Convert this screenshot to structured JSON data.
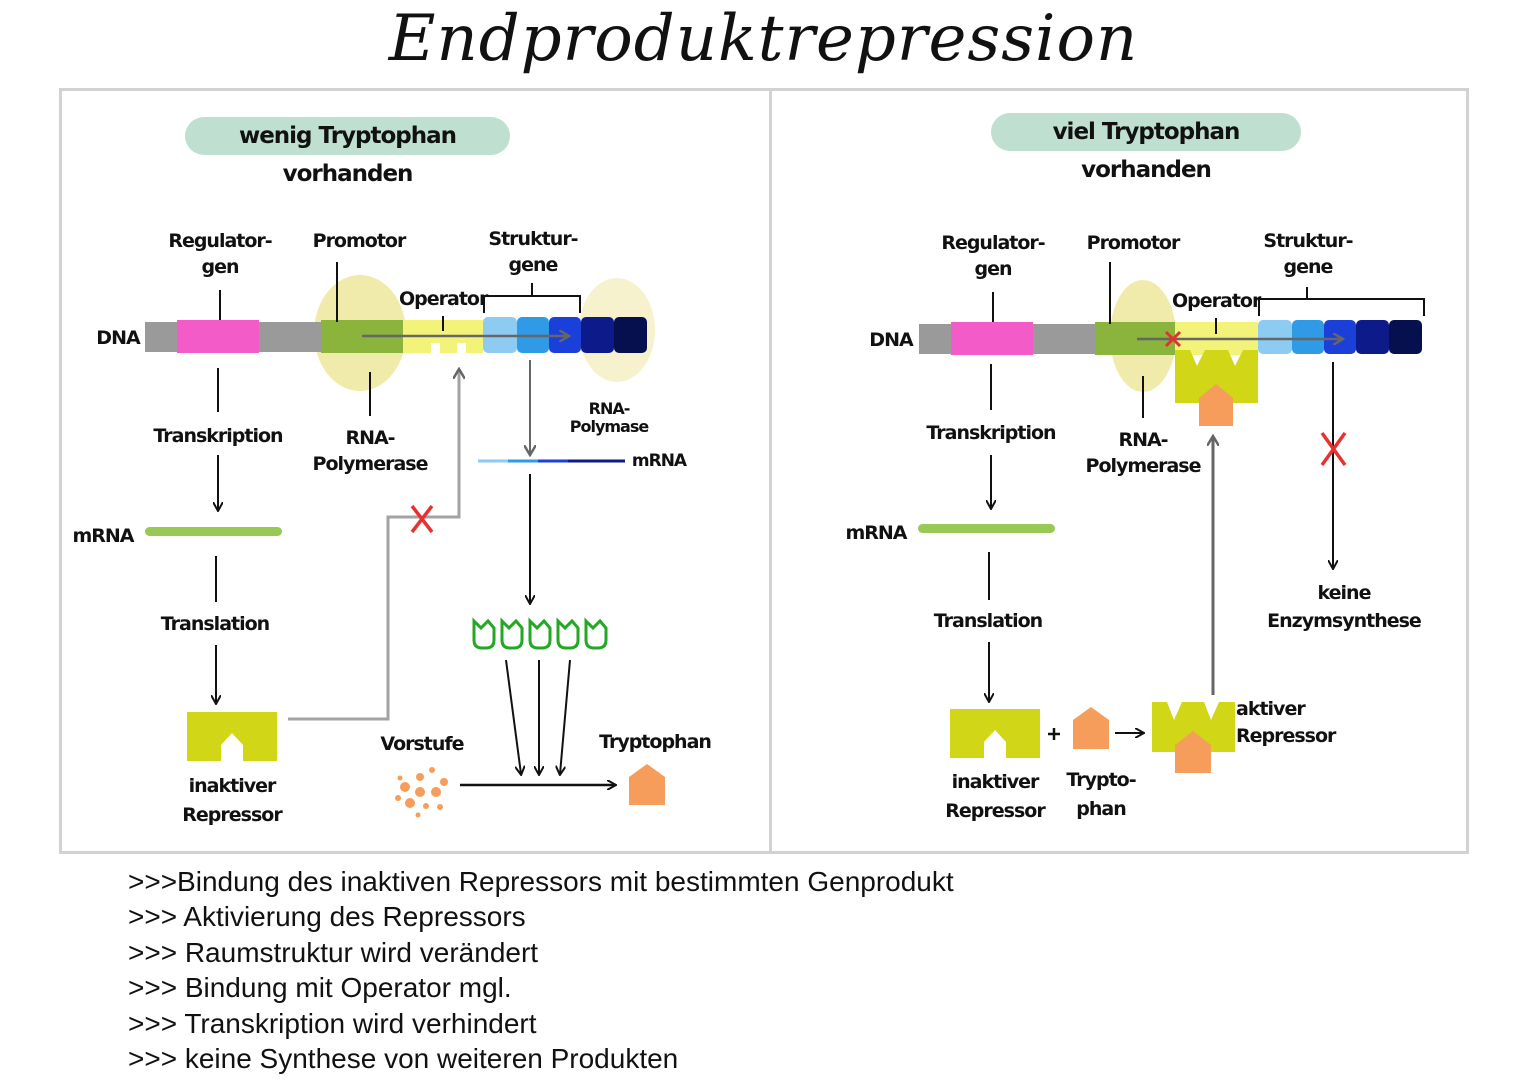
{
  "title": "Endproduktrepression",
  "left_panel": {
    "heading": "wenig Tryptophan vorhanden",
    "labels": {
      "regulatorgen": "Regulator-\ngen",
      "promotor": "Promotor",
      "operator": "Operator",
      "strukturgene": "Struktur-\ngene",
      "dna": "DNA",
      "transkription": "Transkription",
      "rna_polymerase": "RNA-\nPolymerase",
      "rna_polymerase_small": "RNA-\nPolymase",
      "mrna_right": "mRNA",
      "mrna_left": "mRNA",
      "translation": "Translation",
      "inaktiver_repressor": "inaktiver\nRepressor",
      "vorstufe": "Vorstufe",
      "tryptophan": "Tryptophan"
    }
  },
  "right_panel": {
    "heading": "viel Tryptophan vorhanden",
    "labels": {
      "regulatorgen": "Regulator-\ngen",
      "promotor": "Promotor",
      "operator": "Operator",
      "strukturgene": "Struktur-\ngene",
      "dna": "DNA",
      "transkription": "Transkription",
      "rna_polymerase": "RNA-\nPolymerase",
      "mrna": "mRNA",
      "translation": "Translation",
      "inaktiver_repressor": "inaktiver\nRepressor",
      "tryptophan": "Trypto-\nphan",
      "aktiver_repressor": "aktiver\nRepressor",
      "keine_enzymsynthese": "keine\nEnzymsynthese"
    }
  },
  "notes": [
    ">>>Bindung des inaktiven Repressors mit bestimmten Genprodukt",
    ">>> Aktivierung des Repressors",
    ">>> Raumstruktur wird verändert",
    ">>> Bindung mit Operator mgl.",
    ">>> Transkription wird verhindert",
    ">>> keine Synthese von weiteren Produkten"
  ],
  "colors": {
    "regulator_gene": "#f25bc8",
    "dna_gray": "#9a9a9a",
    "promotor_green": "#8ab43c",
    "operator_yellow": "#f3f37a",
    "polymerase_blob": "#efe9a2",
    "repressor": "#d1d617",
    "tryptophan": "#f79d5b",
    "mrna_green": "#98c955",
    "enzyme_green": "#22a822",
    "cross_red": "#e83030",
    "heading_bg": "#bfe0d0",
    "gene_blues": [
      "#8ecbf3",
      "#2f9ae6",
      "#1b3fd9",
      "#0c1a8a",
      "#06104f"
    ]
  }
}
